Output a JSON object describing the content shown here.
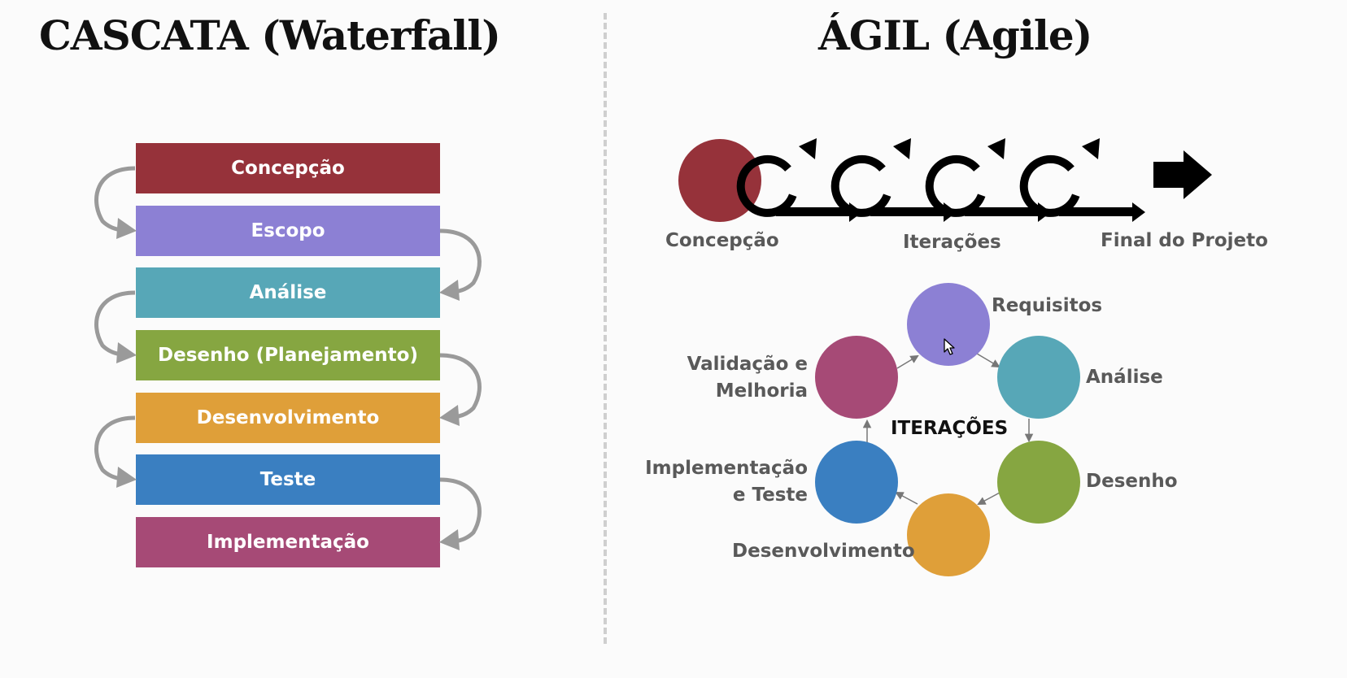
{
  "waterfall": {
    "title": "CASCATA (Waterfall)",
    "stages": [
      {
        "label": "Concepção",
        "color": "#96323a"
      },
      {
        "label": "Escopo",
        "color": "#8c80d4"
      },
      {
        "label": "Análise",
        "color": "#57a7b7"
      },
      {
        "label": "Desenho (Planejamento)",
        "color": "#86a641"
      },
      {
        "label": "Desenvolvimento",
        "color": "#df9f39"
      },
      {
        "label": "Teste",
        "color": "#3a7fc1"
      },
      {
        "label": "Implementação",
        "color": "#a64a76"
      }
    ],
    "arrow_color": "#9a9a9a"
  },
  "agile": {
    "title": "ÁGIL (Agile)",
    "timeline": {
      "start_label": "Concepção",
      "start_color": "#96323a",
      "iterations_label": "Iterações",
      "end_label": "Final do Projeto"
    },
    "cycle": {
      "center_label": "ITERAÇÕES",
      "nodes": [
        {
          "label": "Requisitos",
          "color": "#8c80d4"
        },
        {
          "label": "Análise",
          "color": "#57a7b7"
        },
        {
          "label": "Desenho",
          "color": "#86a641"
        },
        {
          "label": "Desenvolvimento",
          "color": "#df9f39"
        },
        {
          "label_line1": "Implementação",
          "label_line2": "e Teste",
          "color": "#3a7fc1"
        },
        {
          "label_line1": "Validação e",
          "label_line2": "Melhoria",
          "color": "#a64a76"
        }
      ]
    }
  }
}
